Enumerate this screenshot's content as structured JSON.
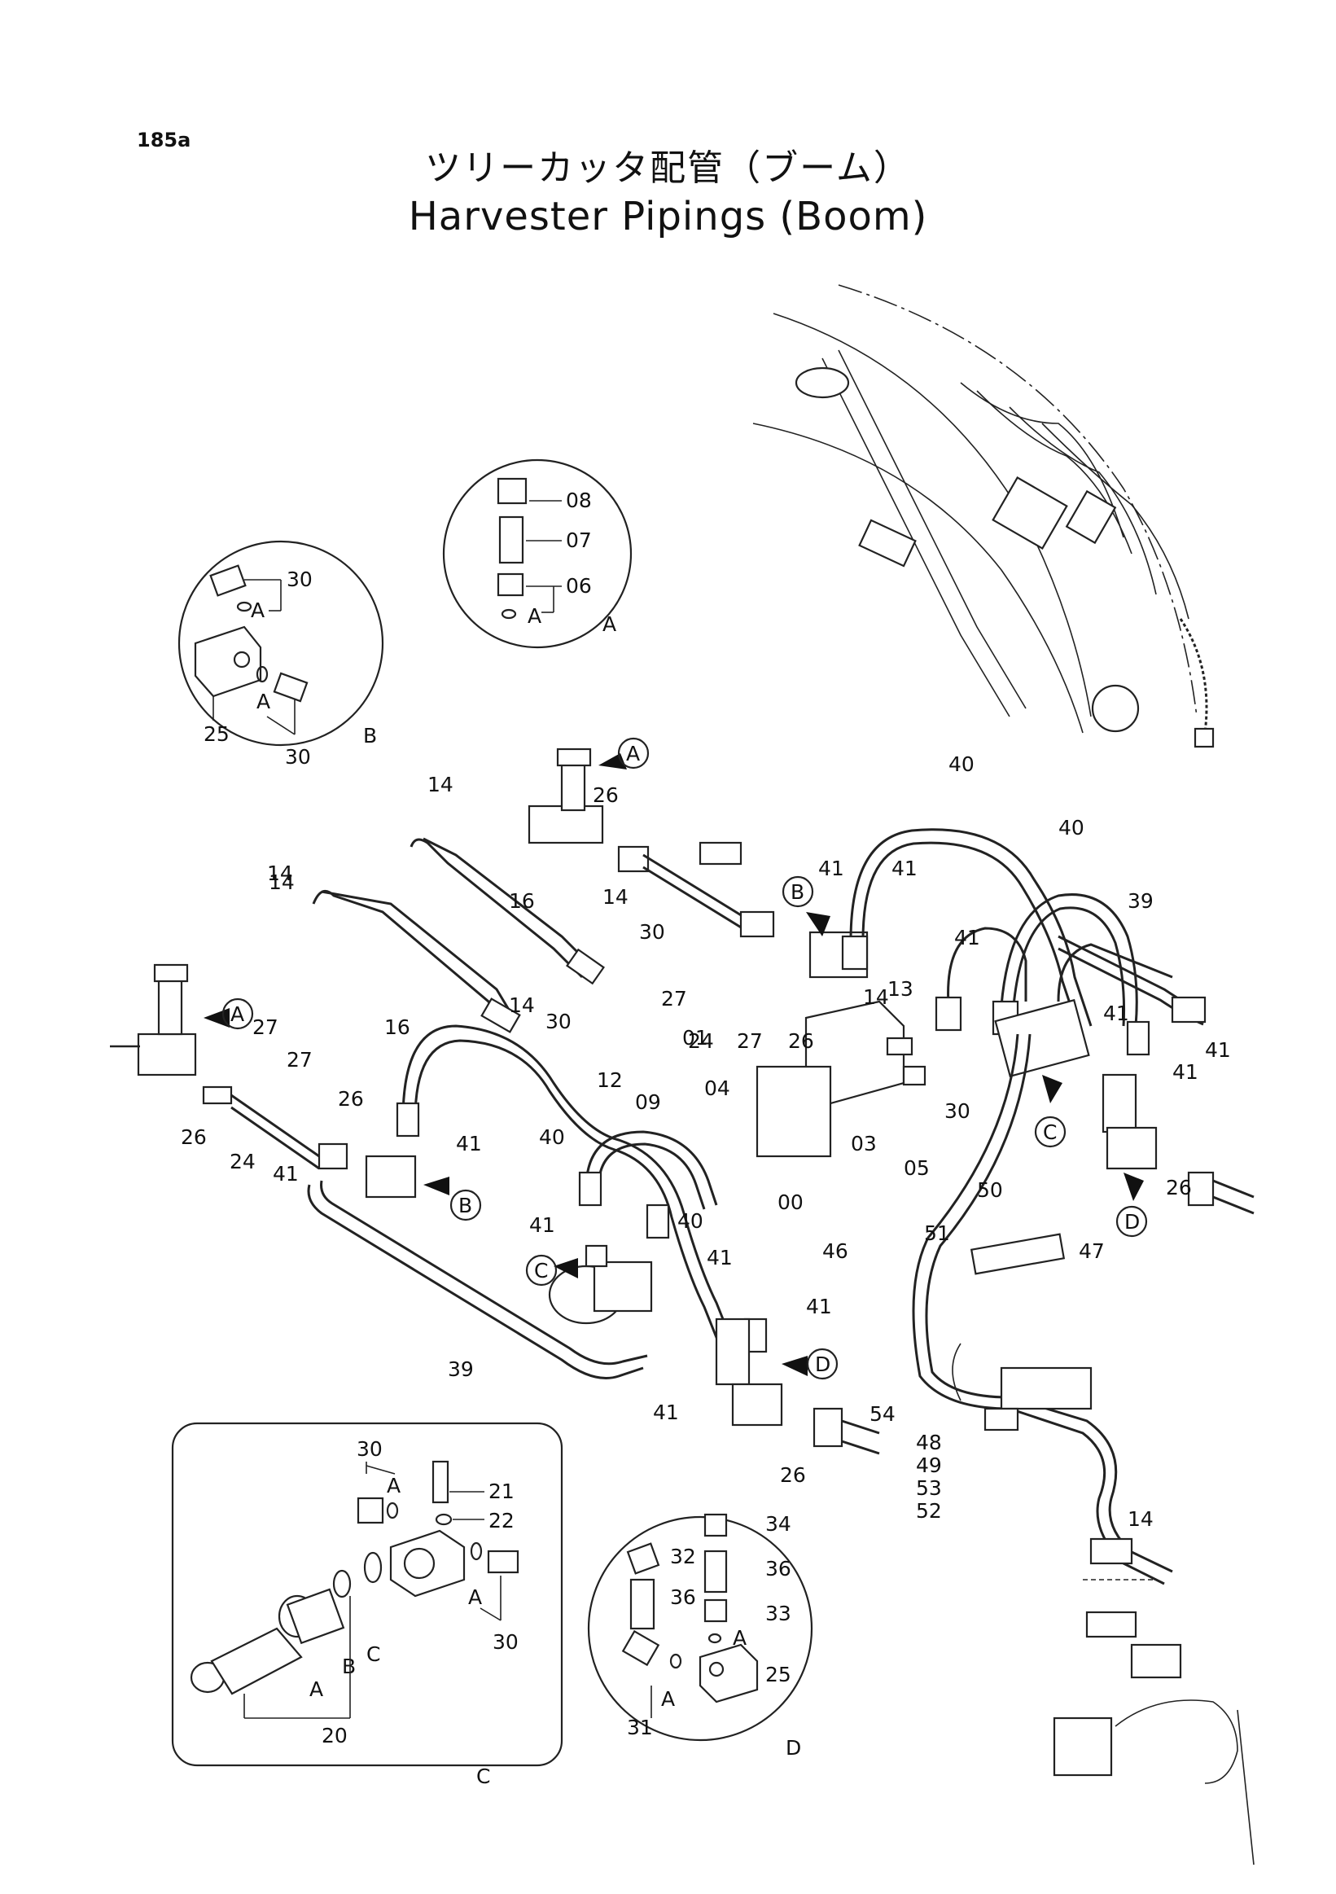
{
  "page_code": "185a",
  "title_jp": "ツリーカッタ配管（ブーム）",
  "title_en": "Harvester Pipings (Boom)",
  "detail_views": {
    "A": {
      "caption": "A",
      "parts": [
        "08",
        "07",
        "06"
      ],
      "ref": "A"
    },
    "B": {
      "caption": "B",
      "parts": [
        "30",
        "25",
        "30"
      ],
      "ref": "A"
    },
    "C": {
      "caption": "C",
      "parts": [
        "30",
        "21",
        "22",
        "20",
        "30"
      ],
      "refs": [
        "A",
        "A",
        "B",
        "C",
        "A"
      ]
    },
    "D": {
      "caption": "D",
      "parts": [
        "32",
        "34",
        "36",
        "36",
        "33",
        "25",
        "31"
      ],
      "refs": [
        "A",
        "A"
      ]
    }
  },
  "callouts": [
    "A",
    "B",
    "C",
    "D"
  ],
  "part_labels": {
    "p00": "00",
    "p01": "01",
    "p03": "03",
    "p04": "04",
    "p05": "05",
    "p09": "09",
    "p12": "12",
    "p13": "13",
    "p14": "14",
    "p16": "16",
    "p24": "24",
    "p26": "26",
    "p27": "27",
    "p30": "30",
    "p39": "39",
    "p40": "40",
    "p41": "41",
    "p46": "46",
    "p47": "47",
    "p48": "48",
    "p49": "49",
    "p50": "50",
    "p51": "51",
    "p52": "52",
    "p53": "53",
    "p54": "54"
  }
}
